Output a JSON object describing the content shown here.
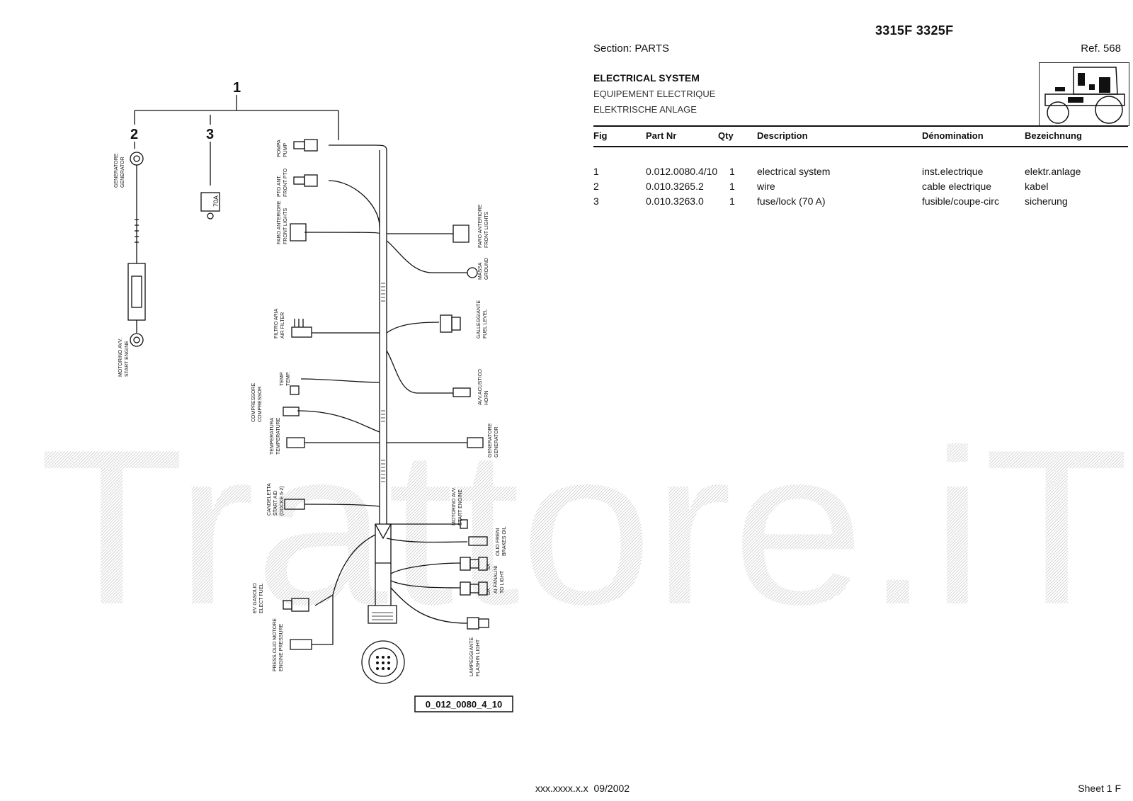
{
  "header": {
    "model": "3315F 3325F",
    "section": "Section: PARTS",
    "ref": "Ref. 568",
    "title_en": "ELECTRICAL SYSTEM",
    "title_fr": "EQUIPEMENT ELECTRIQUE",
    "title_de": "ELEKTRISCHE ANLAGE"
  },
  "table": {
    "headers": [
      "Fig",
      "Part Nr",
      "Qty",
      "Description",
      "Dénomination",
      "Bezeichnung"
    ],
    "rows": [
      [
        "1",
        "0.012.0080.4/10",
        "1",
        "electrical system",
        "inst.electrique",
        "elektr.anlage"
      ],
      [
        "2",
        "0.010.3265.2",
        "1",
        "wire",
        "cable electrique",
        "kabel"
      ],
      [
        "3",
        "0.010.3263.0",
        "1",
        "fuse/lock (70 A)",
        "fusible/coupe-circ",
        "sicherung"
      ]
    ]
  },
  "diagram": {
    "callouts": [
      "1",
      "2",
      "3"
    ],
    "fuse_label": "70A",
    "drawing_id": "0_012_0080_4_10",
    "labels": {
      "generator_wire": [
        "GENERATORE",
        "GENERATOR"
      ],
      "start_engine_left": [
        "MOTORINO AVV.",
        "START ENGINE"
      ],
      "pump": [
        "POMPA",
        "PUMP"
      ],
      "front_pto": [
        "PTO ANT.",
        "FRONT PTO"
      ],
      "front_lights_left": [
        "FARO ANTERIORE",
        "FRONT LIGHTS"
      ],
      "front_lights_right": [
        "FARO ANTERIORE",
        "FRONT LIGHTS"
      ],
      "ground": [
        "MASSA",
        "GROUND"
      ],
      "air_filter": [
        "FILTRO ARIA",
        "AIR FILTER"
      ],
      "fuel_level": [
        "GALLEGGIANTE",
        "FUEL LEVEL"
      ],
      "temp": [
        "TEMP.",
        "TEMP."
      ],
      "horn": [
        "AVV.ACUSTICO",
        "HORN"
      ],
      "compressor": [
        "COMPRESSORE",
        "COMPRESSOR"
      ],
      "temperature": [
        "TEMPERATURA",
        "TEMPERATURE"
      ],
      "generator_right": [
        "GENERATORE",
        "GENERATOR"
      ],
      "start_engine_right": [
        "MOTORINO AVV.",
        "START ENGINE"
      ],
      "glow_plug": [
        "CANDELETTA",
        "START AID",
        "(DOCKE 5-2)"
      ],
      "brakes_oil": [
        "OLIO FRENI",
        "BRAKES OIL"
      ],
      "to_light": [
        "AI FANALINI",
        "TO LIGHT"
      ],
      "sx": "SX",
      "dx": "DX",
      "elect_fuel": [
        "EV GASOLIO",
        "ELECT FUEL"
      ],
      "engine_pressure": [
        "PRESS.OLIO MOTORE",
        "ENGINE PRESSURE"
      ],
      "flashing_light": [
        "LAMPEGGIANTE",
        "FLASHIN LIGHT"
      ]
    }
  },
  "watermark": "Trattore.iT",
  "footer": {
    "code_date": "xxx.xxxx.x.x  09/2002",
    "sheet": "Sheet 1 F"
  }
}
